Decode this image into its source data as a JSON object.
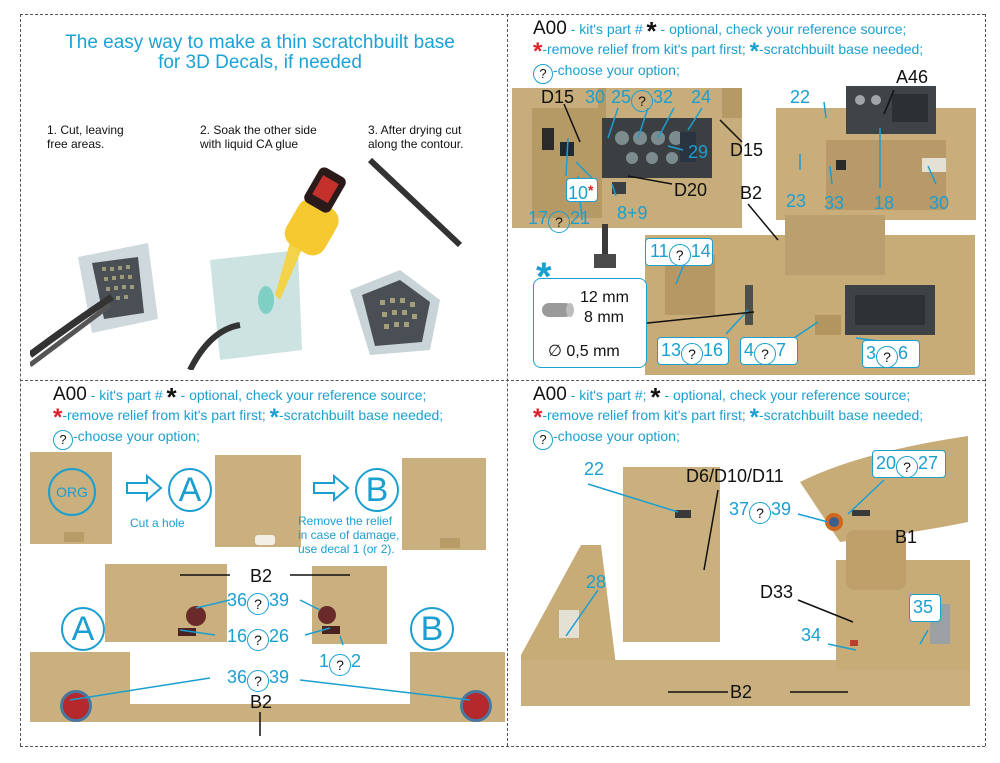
{
  "top_left": {
    "title_line1": "The easy way to make a thin scratchbuilt base",
    "title_line2": "for 3D Decals, if needed",
    "steps": [
      {
        "line1": "1. Cut, leaving",
        "line2": "free areas."
      },
      {
        "line1": "2. Soak the other side",
        "line2": "with liquid CA glue"
      },
      {
        "line1": "3. After drying cut",
        "line2": "along the contour."
      }
    ]
  },
  "legend": {
    "code": "A00",
    "kit_part": "- kit's part #",
    "kit_part_alt": "- kit's part #;",
    "optional": "- optional, check your reference source;",
    "remove_relief": "-remove relief from kit's part first;",
    "scratchbuilt": "-scratchbuilt base needed;",
    "choose": "-choose your option;",
    "q": "?",
    "star": "*"
  },
  "top_right": {
    "labels": {
      "d15a": "D15",
      "d15b": "D15",
      "d20": "D20",
      "b2": "B2",
      "a46": "A46"
    },
    "nums": {
      "n30": "30",
      "n25": "25",
      "n32": "32",
      "n24": "24",
      "n29": "29",
      "n10": "10",
      "n17": "17",
      "n21": "21",
      "n89": "8+9",
      "n22": "22",
      "n23": "23",
      "n33": "33",
      "n18": "18",
      "n30b": "30",
      "n11": "11",
      "n14": "14",
      "n13": "13",
      "n16": "16",
      "n4": "4",
      "n7": "7",
      "n3": "3",
      "n6": "6"
    },
    "base_box": {
      "l1": "12 mm",
      "l2": "8 mm",
      "l3": "∅ 0,5 mm"
    }
  },
  "bottom_left": {
    "org": "ORG",
    "a": "A",
    "b": "B",
    "cut": "Cut a hole",
    "remove_l1": "Remove the relief",
    "remove_l2": "in case of damage,",
    "remove_l3": "use decal 1 (or 2).",
    "b2a": "B2",
    "b2b": "B2",
    "nums": {
      "n36": "36",
      "n39": "39",
      "n16": "16",
      "n26": "26",
      "n1": "1",
      "n2": "2",
      "n36b": "36",
      "n39b": "39"
    }
  },
  "bottom_right": {
    "labels": {
      "d6": "D6/D10/D11",
      "b1": "B1",
      "d33": "D33",
      "b2": "B2"
    },
    "nums": {
      "n22": "22",
      "n37": "37",
      "n39": "39",
      "n20": "20",
      "n27": "27",
      "n28": "28",
      "n35": "35",
      "n34": "34"
    }
  }
}
